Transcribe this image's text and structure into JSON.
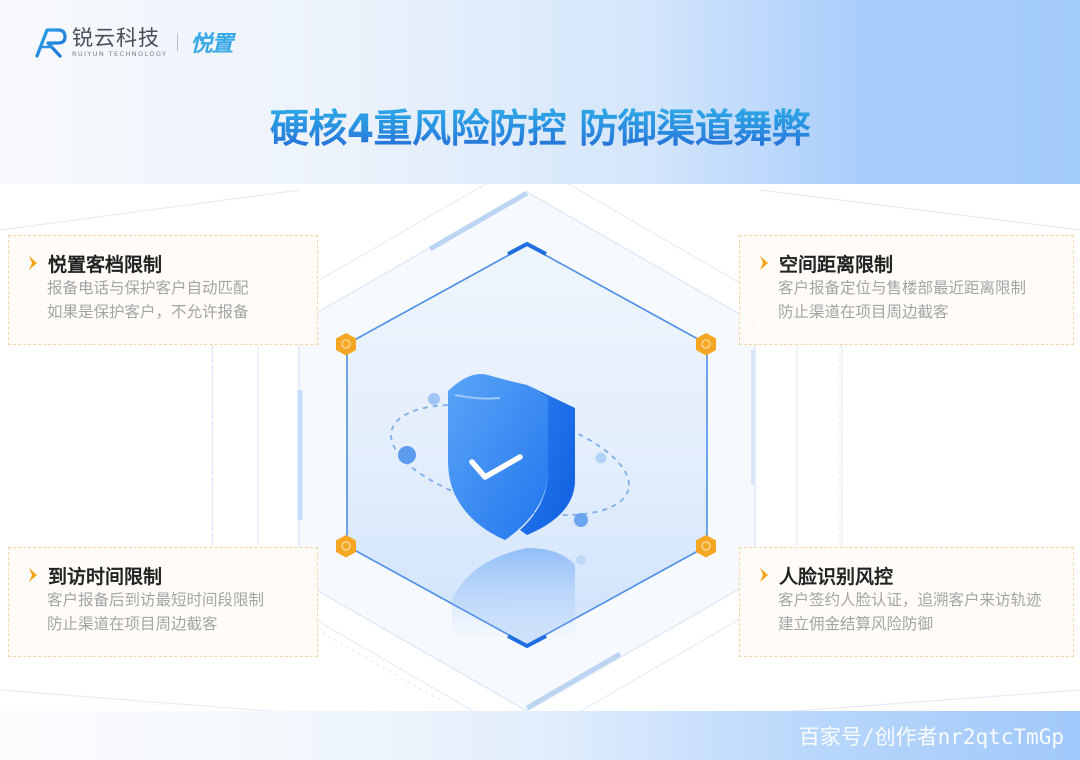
{
  "header": {
    "logo": {
      "company_cn": "锐云科技",
      "company_en": "RUIYUN TECHNOLOGY",
      "product": "悦置",
      "mark_icon": "ruiyun-logo-icon"
    },
    "title": "硬核4重风险防控 防御渠道舞弊"
  },
  "colors": {
    "title_gradient_top": "#2fb4ea",
    "title_gradient_bottom": "#2267d6",
    "accent_orange": "#f5a623",
    "hex_line": "#4c8fe6",
    "shield_blue": "#2f86f2",
    "card_border": "#f3d9a8",
    "card_text": "#a4a4a4"
  },
  "center_graphic": {
    "icon": "shield-check-icon",
    "node_icon": "orange-hex-node-icon"
  },
  "cards": [
    {
      "title": "悦置客档限制",
      "lines": [
        "报备电话与保护客户自动匹配",
        "如果是保护客户，不允许报备"
      ]
    },
    {
      "title": "空间距离限制",
      "lines": [
        "客户报备定位与售楼部最近距离限制",
        "防止渠道在项目周边截客"
      ]
    },
    {
      "title": "到访时间限制",
      "lines": [
        "客户报备后到访最短时间段限制",
        "防止渠道在项目周边截客"
      ]
    },
    {
      "title": "人脸识别风控",
      "lines": [
        "客户签约人脸认证，追溯客户来访轨迹",
        "建立佣金结算风险防御"
      ]
    }
  ],
  "footer": {
    "watermark": "百家号/创作者nr2qtcTmGp"
  }
}
